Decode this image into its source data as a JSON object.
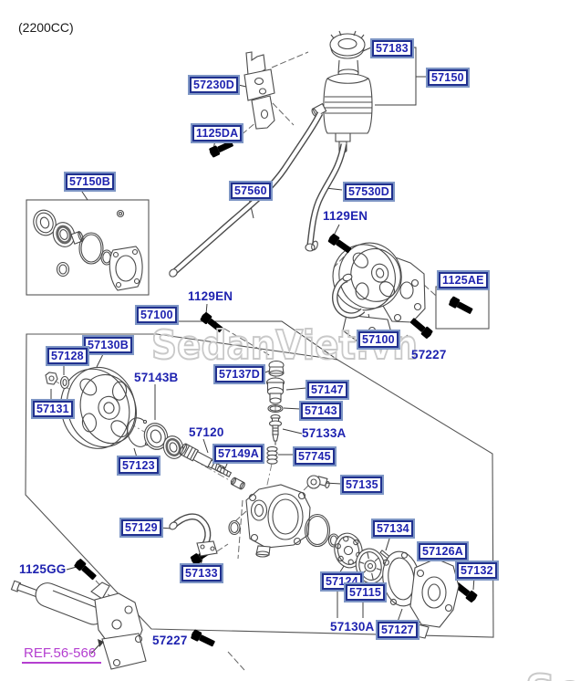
{
  "variant_label": "(2200CC)",
  "watermark": {
    "text": "SedanViet.vn",
    "partial_text": "Sedan"
  },
  "colors": {
    "label_text": "#1f23b0",
    "label_border_inner": "#20308f",
    "label_border_outer": "#7e96c5",
    "reference_text": "#b43fd0",
    "drawing_line": "#4a4a4a",
    "watermark_stroke": "#c9c9c9",
    "background": "#ffffff"
  },
  "labels": {
    "bracket_57230d": "57230D",
    "bolt_1125da": "1125DA",
    "cap_57183": "57183",
    "reservoir_57150": "57150",
    "seal_kit_57150b": "57150B",
    "suction_hose_57560": "57560",
    "return_hose_57530d": "57530D",
    "bolt_1129en_left": "1129EN",
    "bolt_1129en_right": "1129EN",
    "bolt_kit_1125ae": "1125AE",
    "pump_57100_left": "57100",
    "pump_57100_right": "57100",
    "bolt_57227_top": "57227",
    "pulley_57130b": "57130B",
    "nut_57128": "57128",
    "washer_57131": "57131",
    "bearing_57143b": "57143B",
    "cap_57137d": "57137D",
    "connector_57147": "57147",
    "oring_57143": "57143",
    "valve_57133a": "57133A",
    "spring_57745": "57745",
    "shaft_57120": "57120",
    "snap_ring_57123": "57123",
    "stud_57149a": "57149A",
    "switch_57135": "57135",
    "tube_57129": "57129",
    "bolt_57133": "57133",
    "pin_57134": "57134",
    "cover_57126a": "57126A",
    "bolt_57132": "57132",
    "rotor_57124": "57124",
    "vane_57115": "57115",
    "cartridge_57130a": "57130A",
    "gasket_57127": "57127",
    "bolt_1125gg": "1125GG",
    "bolt_57227_bottom": "57227",
    "reference_note": "REF.56-566"
  }
}
